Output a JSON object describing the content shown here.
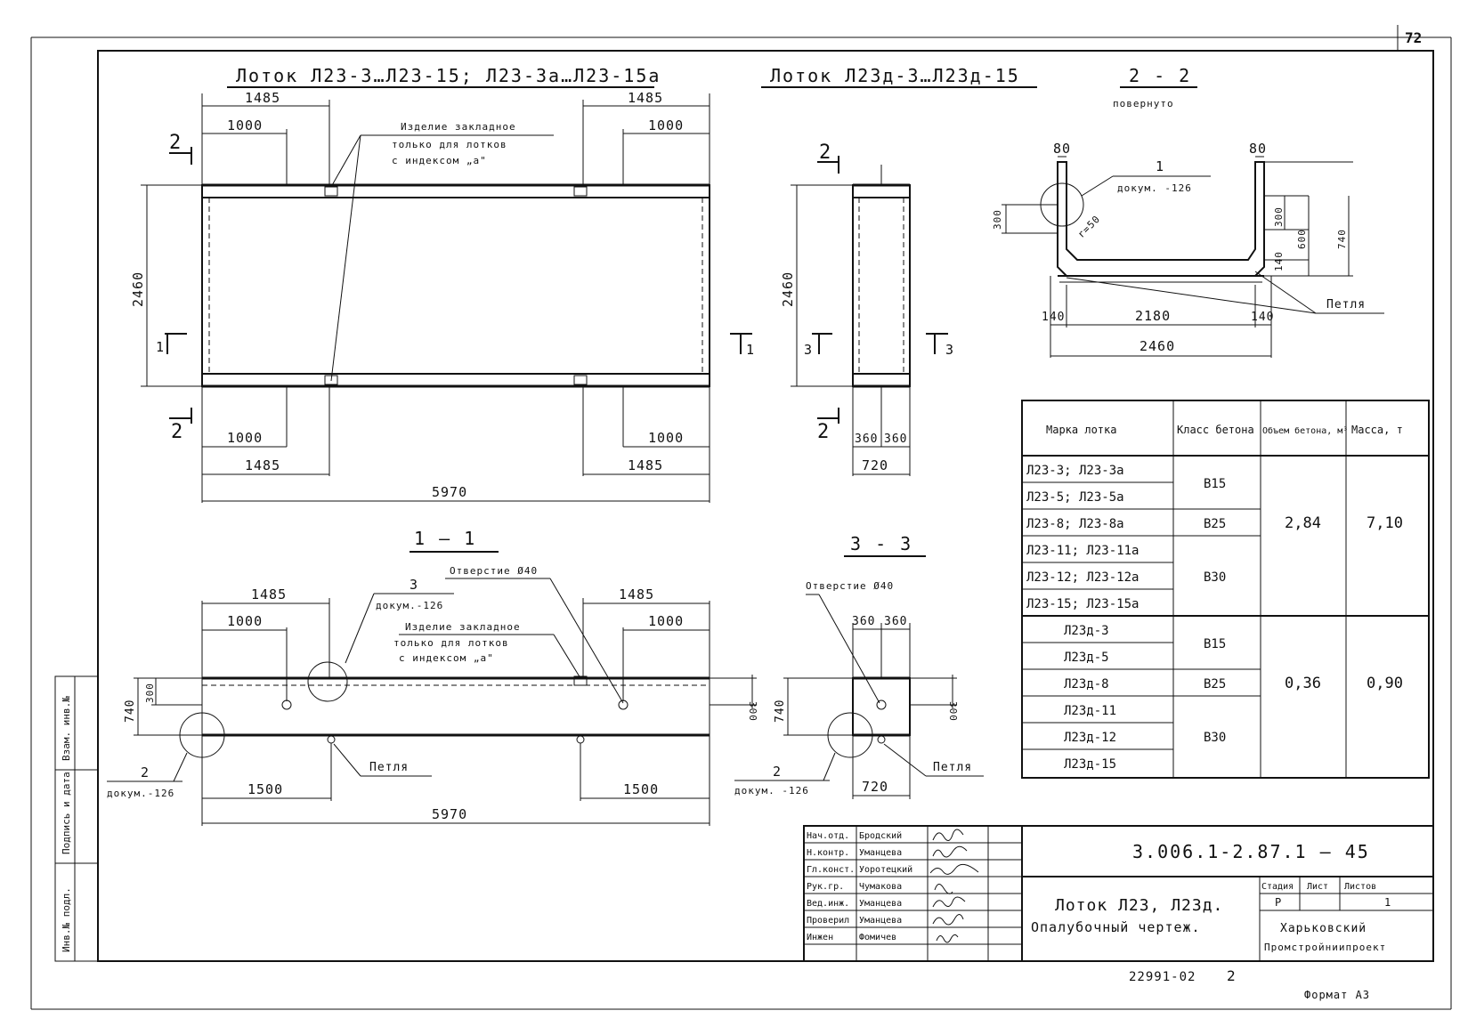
{
  "page_number": "72",
  "views": {
    "plan_title": "Лоток Л23-3…Л23-15; Л23-3а…Л23-15а",
    "plan_g_title": "Лоток Л23д-3…Л23д-15",
    "section22_title": "2 - 2",
    "section22_subtitle": "повернуто",
    "section11_title": "1 — 1",
    "section33_title": "3 - 3"
  },
  "plan": {
    "dim_1485_l": "1485",
    "dim_1485_r": "1485",
    "dim_1000_l": "1000",
    "dim_1000_r": "1000",
    "dim_2460": "2460",
    "dim_1000_lb": "1000",
    "dim_1000_rb": "1000",
    "dim_1485_lb": "1485",
    "dim_1485_rb": "1485",
    "dim_5970": "5970",
    "note1": "Изделие закладное",
    "note2": "только для лотков",
    "note3": "с индексом „а\"",
    "cut_2_top": "2",
    "cut_2_bot": "2",
    "cut_1_l": "1",
    "cut_1_r": "1"
  },
  "plan_g": {
    "dim_2460": "2460",
    "dim_360a": "360",
    "dim_360b": "360",
    "dim_720": "720",
    "cut_2_top": "2",
    "cut_2_bot": "2",
    "cut_3_l": "3",
    "cut_3_r": "3"
  },
  "sec22": {
    "dim_80_l": "80",
    "dim_80_r": "80",
    "callout_num": "1",
    "callout_doc": "докум. -126",
    "dim_r50": "r=50",
    "dim_300_l": "300",
    "dim_300_r": "300",
    "dim_600": "600",
    "dim_740": "740",
    "dim_140_v": "140",
    "dim_140_l": "140",
    "dim_2180": "2180",
    "dim_140_r": "140",
    "dim_2460": "2460",
    "loop": "Петля"
  },
  "sec11": {
    "dim_1485_l": "1485",
    "dim_1485_r": "1485",
    "dim_1000_l": "1000",
    "dim_1000_r": "1000",
    "hole": "Отверстие Ø40",
    "callout3_num": "3",
    "callout3_doc": "докум.-126",
    "note1": "Изделие закладное",
    "note2": "только для лотков",
    "note3": "с индексом „а\"",
    "dim_740": "740",
    "dim_300_l": "300",
    "dim_300_r": "300",
    "callout2_num": "2",
    "callout2_doc": "докум.-126",
    "dim_1500_l": "1500",
    "dim_1500_r": "1500",
    "dim_5970": "5970",
    "loop": "Петля"
  },
  "sec33": {
    "hole": "Отверстие Ø40",
    "dim_360a": "360",
    "dim_360b": "360",
    "dim_740": "740",
    "dim_300": "300",
    "callout2_num": "2",
    "callout2_doc": "докум. -126",
    "dim_720": "720",
    "loop": "Петля"
  },
  "table": {
    "headers": [
      "Марка лотка",
      "Класс бетона",
      "Объем бетона, м³",
      "Масса, т"
    ],
    "rows": [
      "Л23-3; Л23-3а",
      "Л23-5; Л23-5а",
      "Л23-8; Л23-8а",
      "Л23-11; Л23-11а",
      "Л23-12; Л23-12а",
      "Л23-15; Л23-15а",
      "Л23д-3",
      "Л23д-5",
      "Л23д-8",
      "Л23д-11",
      "Л23д-12",
      "Л23д-15"
    ],
    "class_groups": [
      "В15",
      "В25",
      "В30",
      "В15",
      "В25",
      "В30"
    ],
    "volume_groups": [
      "2,84",
      "0,36"
    ],
    "mass_groups": [
      "7,10",
      "0,90"
    ]
  },
  "title_block": {
    "roles": [
      "Нач.отд.",
      "Н.контр.",
      "Гл.конст.",
      "Рук.гр.",
      "Вед.инж.",
      "Проверил",
      "Инжен"
    ],
    "names": [
      "Бродский",
      "Уманцева",
      "Уоротецкий",
      "Чумакова",
      "Уманцева",
      "Уманцева",
      "Фомичев"
    ],
    "code": "3.006.1-2.87.1 — 45",
    "name_line1": "Лоток Л23, Л23д.",
    "name_line2": "Опалубочный чертеж.",
    "stage_head": "Стадия",
    "sheet_head": "Лист",
    "sheets_head": "Листов",
    "stage": "Р",
    "sheet": "",
    "sheets": "1",
    "org_line1": "Харьковский",
    "org_line2": "Промстройниипроект"
  },
  "footer": {
    "number": "22991-02",
    "copy": "2",
    "format": "Формат А3"
  },
  "side_stamp": [
    "Инв.№ подл.",
    "Подпись и дата",
    "Взам. инв.№"
  ]
}
